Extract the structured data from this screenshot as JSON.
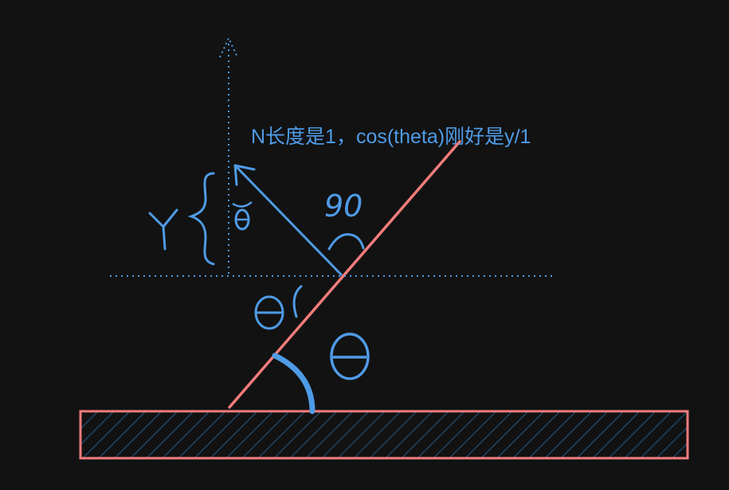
{
  "annotation": {
    "text": "N长度是1，cos(theta)刚好是y/1"
  },
  "labels": {
    "y_symbol": "Y",
    "theta_symbol": "θ",
    "right_angle": "90"
  },
  "colors": {
    "background": "#121212",
    "blue": "#4f9be6",
    "red": "#f47c7c",
    "hatch": "#1f4f78"
  }
}
